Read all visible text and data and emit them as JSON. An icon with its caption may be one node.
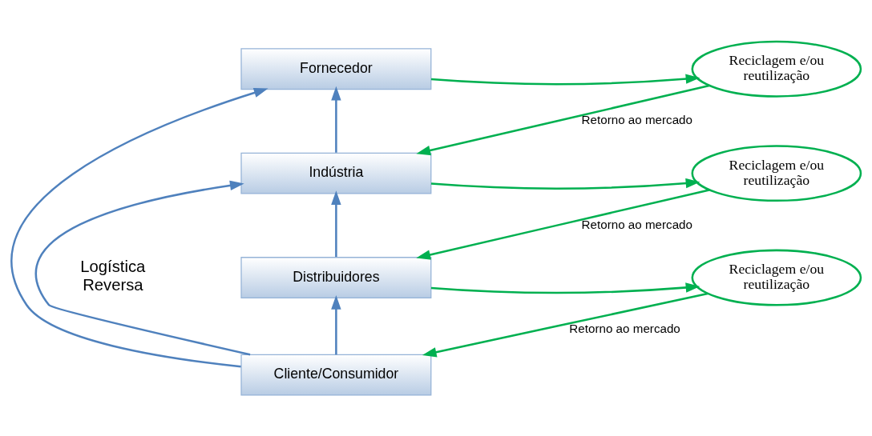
{
  "diagram": {
    "nodes": [
      {
        "text": [
          "Fornecedor"
        ]
      },
      {
        "text": [
          "Indústria"
        ]
      },
      {
        "text": [
          "Distribuidores"
        ]
      },
      {
        "text": [
          "Cliente/Consumidor"
        ]
      },
      {
        "text": [
          "Reciclagem e/ou reutilização"
        ]
      },
      {
        "text": [
          "Reciclagem e/ou reutilização"
        ]
      },
      {
        "text": [
          "Reciclagem e/ou reutilização"
        ]
      }
    ],
    "edges": [
      {
        "from": 3,
        "to": 0,
        "arrow": "to",
        "color": "#4f81bd"
      },
      {
        "from": 3,
        "to": 1,
        "arrow": "to",
        "color": "#4f81bd"
      },
      {
        "from": 3,
        "to": 2,
        "arrow": "to",
        "color": "#4f81bd"
      },
      {
        "from": 1,
        "to": 0,
        "arrow": "to",
        "color": "#4f81bd"
      },
      {
        "from": 2,
        "to": 1,
        "arrow": "to",
        "color": "#4f81bd"
      },
      {
        "from": 0,
        "to": 4,
        "arrow": "to"
      },
      {
        "from": 4,
        "to": 1,
        "arrow": "to",
        "label": "Retorno ao mercado"
      },
      {
        "from": 1,
        "to": 5,
        "arrow": "to"
      },
      {
        "from": 5,
        "to": 2,
        "arrow": "to",
        "label": "Retorno ao mercado"
      },
      {
        "from": 2,
        "to": 6,
        "arrow": "to"
      },
      {
        "from": 6,
        "to": 3,
        "arrow": "to",
        "label": "Retorno ao mercado"
      }
    ],
    "labels": [
      "Logística Reversa"
    ]
  }
}
